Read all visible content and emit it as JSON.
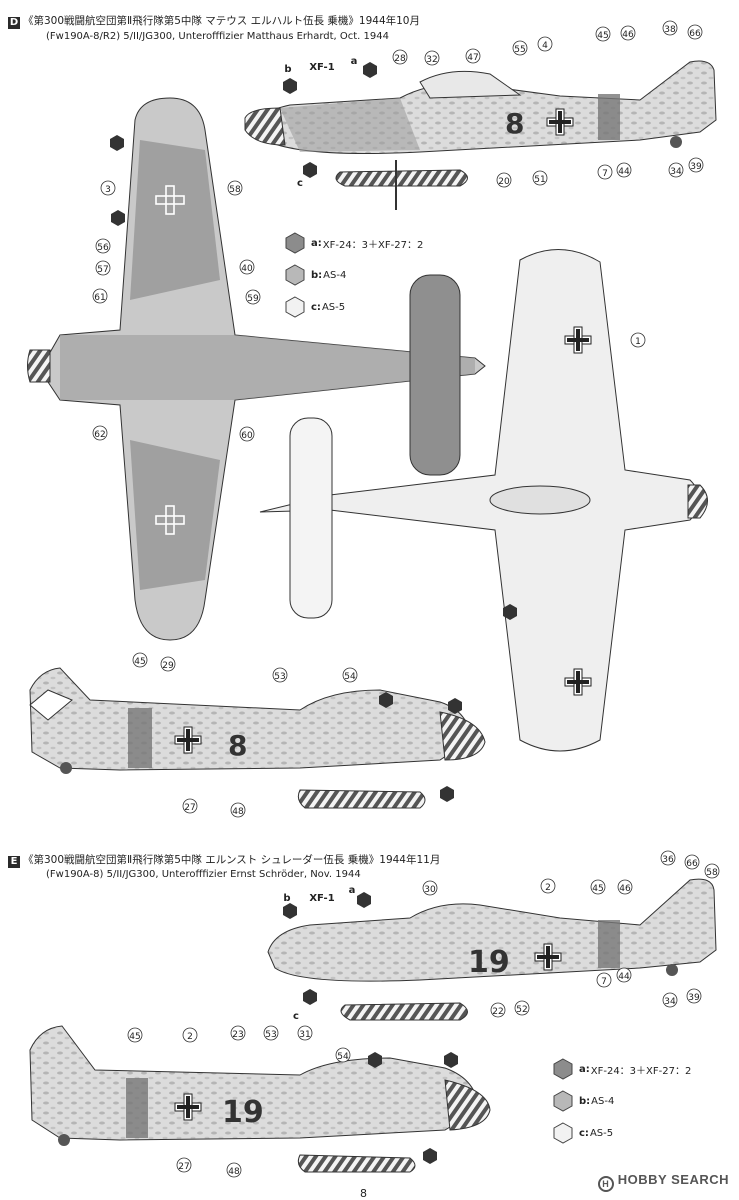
{
  "section_d": {
    "letter": "D",
    "title_jp": "《第300戦闘航空団第Ⅱ飛行隊第5中隊 マテウス エルハルト伍長 乗機》1944年10月",
    "subtitle": "(Fw190A-8/R2) 5/II/JG300, Unterofffizier Matthaus Erhardt, Oct. 1944",
    "aircraft_number": "8",
    "legend": [
      {
        "key": "a:",
        "text": "XF-24：3＋XF-27：2"
      },
      {
        "key": "b:",
        "text": "AS-4"
      },
      {
        "key": "c:",
        "text": "AS-5"
      }
    ]
  },
  "section_e": {
    "letter": "E",
    "title_jp": "《第300戦闘航空団第Ⅱ飛行隊第5中隊 エルンスト シュレーダー伍長 乗機》1944年11月",
    "subtitle": "(Fw190A-8) 5/II/JG300, Unterofffizier Ernst Schröder, Nov. 1944",
    "aircraft_number": "19",
    "legend": [
      {
        "key": "a:",
        "text": "XF-24：3＋XF-27：2"
      },
      {
        "key": "b:",
        "text": "AS-4"
      },
      {
        "key": "c:",
        "text": "AS-5"
      }
    ]
  },
  "paint_colors": {
    "a": "#8c8c8c",
    "b": "#b8b8b8",
    "c": "#f2f2f2"
  },
  "callouts_d": [
    "58",
    "38",
    "66",
    "46",
    "45",
    "4",
    "55",
    "47",
    "32",
    "28",
    "XF-1",
    "a",
    "b",
    "c",
    "7",
    "44",
    "34",
    "39",
    "51",
    "20",
    "3",
    "56",
    "57",
    "61",
    "40",
    "59",
    "62",
    "60",
    "1",
    "53",
    "54",
    "29",
    "27",
    "48",
    "45"
  ],
  "callouts_e": [
    "36",
    "66",
    "58",
    "46",
    "45",
    "2",
    "30",
    "XF-1",
    "a",
    "b",
    "c",
    "7",
    "44",
    "34",
    "39",
    "52",
    "22",
    "45",
    "23",
    "53",
    "31",
    "54",
    "27",
    "48",
    "2"
  ],
  "watermark": "HOBBY SEARCH",
  "page_number": "8"
}
